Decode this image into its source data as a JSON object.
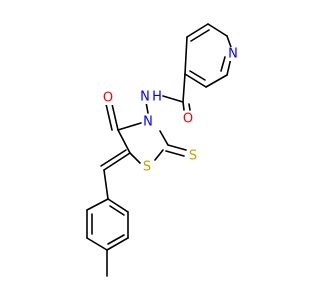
{
  "molecule": {
    "atoms": [
      {
        "label": "N",
        "color": "#0000ff"
      },
      {
        "label": "N",
        "color": "#0000ff"
      },
      {
        "label": "H",
        "color": "#0000ff"
      },
      {
        "label": "O",
        "color": "#ff0000"
      },
      {
        "label": "N",
        "color": "#0000ff"
      },
      {
        "label": "O",
        "color": "#ff0000"
      },
      {
        "label": "S",
        "color": "#c8a000"
      },
      {
        "label": "S",
        "color": "#c8a000"
      }
    ]
  }
}
